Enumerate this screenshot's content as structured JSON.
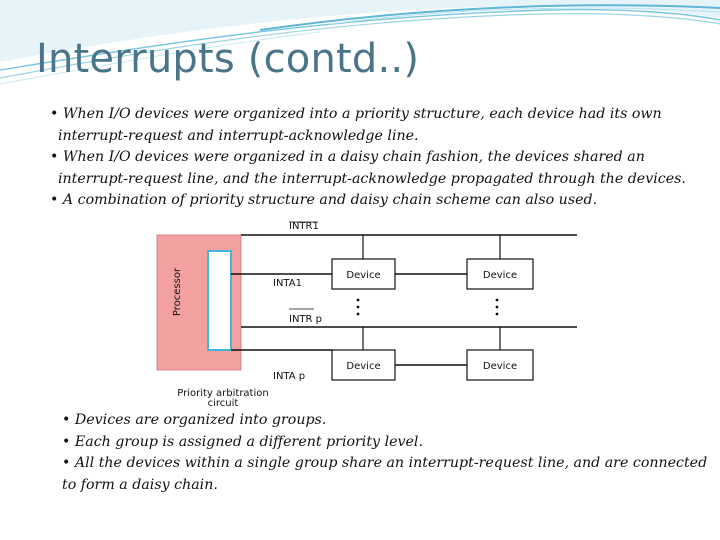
{
  "slide": {
    "title": "Interrupts (contd..)",
    "top_bullets": [
      "• When I/O devices were organized into a priority structure, each device had its own interrupt-request and interrupt-acknowledge line.",
      "• When I/O devices were organized in a daisy chain fashion, the devices shared an interrupt-request line, and the interrupt-acknowledge propagated through the devices.",
      "• A combination of priority structure and daisy chain scheme can also used."
    ],
    "bottom_bullets": [
      "• Devices are organized into groups.",
      "• Each group is assigned a different priority level.",
      "• All the devices within a single group share an interrupt-request line, and are connected to form a daisy chain."
    ]
  },
  "diagram": {
    "processor_label": "Processor",
    "arbitration_label_line1": "Priority arbitration",
    "arbitration_label_line2": "circuit",
    "intr1_label": "INTR1",
    "inta1_label": "INTA1",
    "intrp_label": "INTR p",
    "intap_label": "INTA p",
    "device_label": "Device"
  },
  "colors": {
    "title": "#4a7488",
    "processor_fill": "#f2a0a0",
    "arbitration_fill": "#ffffff",
    "arbitration_border": "#3fb8d8",
    "deco_blue": "#7cc6e0"
  }
}
